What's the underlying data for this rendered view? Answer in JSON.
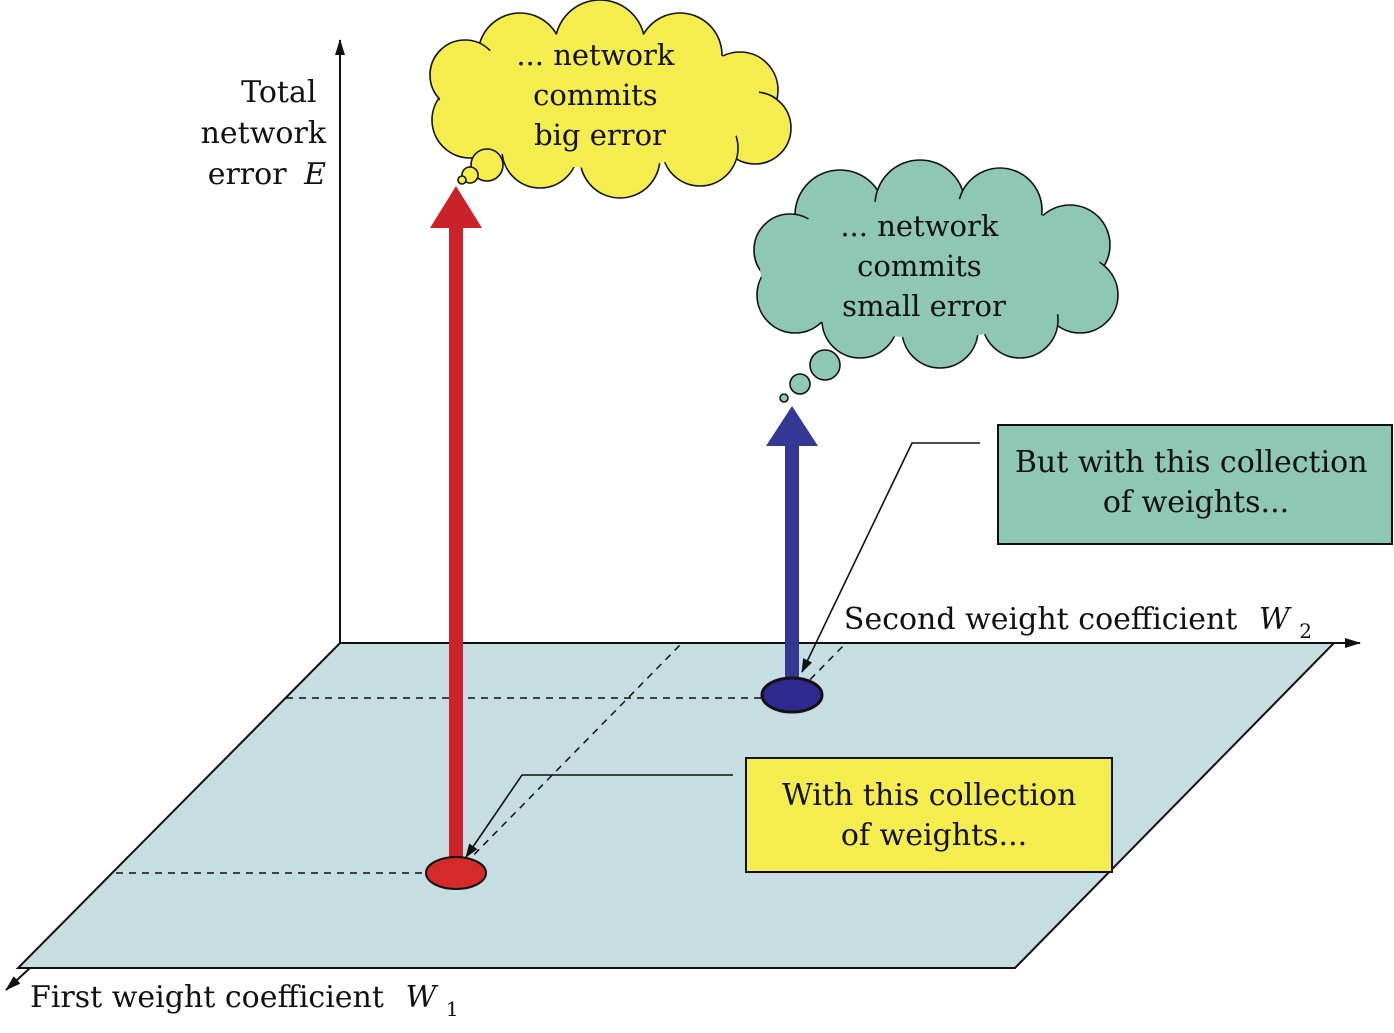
{
  "axes": {
    "z_label_lines": [
      "Total",
      "network",
      "error"
    ],
    "z_symbol": "E",
    "x_label": "Second weight coefficient",
    "x_symbol": "W",
    "x_subscript": "2",
    "y_label": "First weight coefficient",
    "y_symbol": "W",
    "y_subscript": "1"
  },
  "clouds": {
    "big": {
      "lines": [
        "... network",
        "commits",
        "big error"
      ],
      "color": "#f5ec4d"
    },
    "small": {
      "lines": [
        "... network",
        "commits",
        "small error"
      ],
      "color": "#8ec8b4"
    }
  },
  "boxes": {
    "yellow": {
      "lines": [
        "With this collection",
        "of weights..."
      ],
      "color": "#f5ec4d"
    },
    "green": {
      "lines": [
        "But with this collection",
        "of weights..."
      ],
      "color": "#8ec8b4"
    }
  },
  "colors": {
    "plane": "#c6dee2",
    "red_arrow": "#cc2229",
    "blue_arrow": "#343895",
    "red_point": "#d42a2a",
    "blue_point": "#2e2a8e"
  }
}
